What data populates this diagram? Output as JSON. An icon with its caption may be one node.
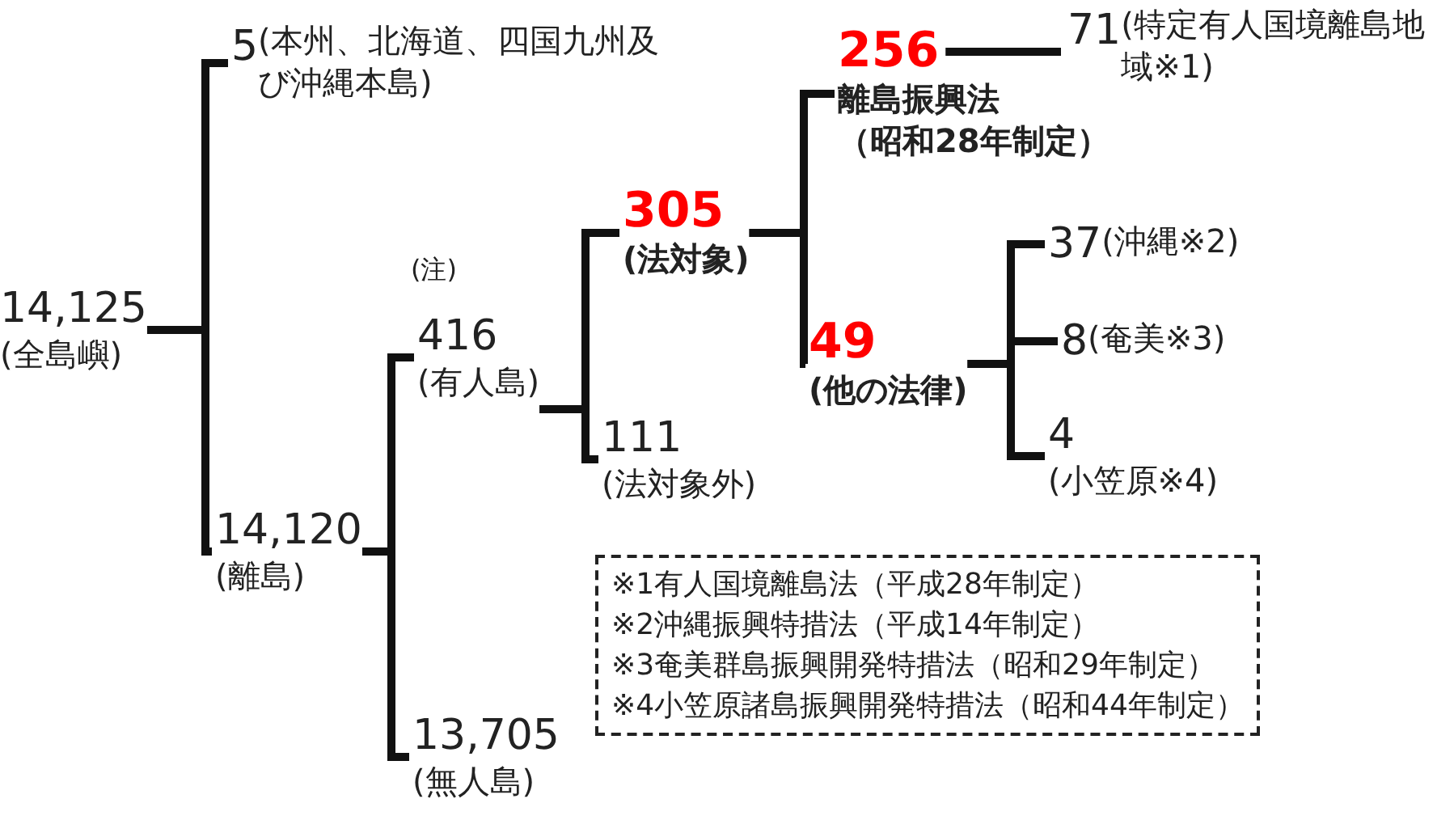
{
  "diagram": {
    "nodes": [
      {
        "text": [
          "14,125",
          "(全島嶼)"
        ]
      },
      {
        "text": [
          "5",
          "(本州、北海道、四国九州及び沖縄本島)"
        ]
      },
      {
        "text": [
          "14,120",
          "(離島)"
        ]
      },
      {
        "text": [
          "416",
          "(有人島)"
        ],
        "beside": [
          "(注)"
        ]
      },
      {
        "text": [
          "13,705",
          "(無人島)"
        ]
      },
      {
        "text": [
          "305",
          "(法対象)"
        ]
      },
      {
        "text": [
          "111",
          "(法対象外)"
        ]
      },
      {
        "text": [
          "256",
          "離島振興法",
          "（昭和28年制定）"
        ]
      },
      {
        "text": [
          "49",
          "(他の法律)"
        ]
      },
      {
        "text": [
          "71",
          "(特定有人国境離島地域※1)"
        ]
      },
      {
        "text": [
          "37",
          "(沖縄※2)"
        ]
      },
      {
        "text": [
          "8",
          "(奄美※3)"
        ]
      },
      {
        "text": [
          "4",
          "(小笠原※4)"
        ]
      },
      {
        "text": [
          "※1有人国境離島法（平成28年制定）",
          "※2沖縄振興特措法（平成14年制定）",
          "※3奄美群島振興開発特措法（昭和29年制定）",
          "※4小笠原諸島振興開発特措法（昭和44年制定）"
        ]
      }
    ],
    "edges": [
      {
        "from": 0,
        "to": 1,
        "arrow": "none"
      },
      {
        "from": 0,
        "to": 2,
        "arrow": "none"
      },
      {
        "from": 2,
        "to": 3,
        "arrow": "none"
      },
      {
        "from": 2,
        "to": 4,
        "arrow": "none"
      },
      {
        "from": 3,
        "to": 5,
        "arrow": "none"
      },
      {
        "from": 3,
        "to": 6,
        "arrow": "none"
      },
      {
        "from": 5,
        "to": 7,
        "arrow": "none"
      },
      {
        "from": 5,
        "to": 8,
        "arrow": "none"
      },
      {
        "from": 7,
        "to": 9,
        "arrow": "none"
      },
      {
        "from": 8,
        "to": 10,
        "arrow": "none"
      },
      {
        "from": 8,
        "to": 11,
        "arrow": "none"
      },
      {
        "from": 8,
        "to": 12,
        "arrow": "none"
      }
    ]
  }
}
